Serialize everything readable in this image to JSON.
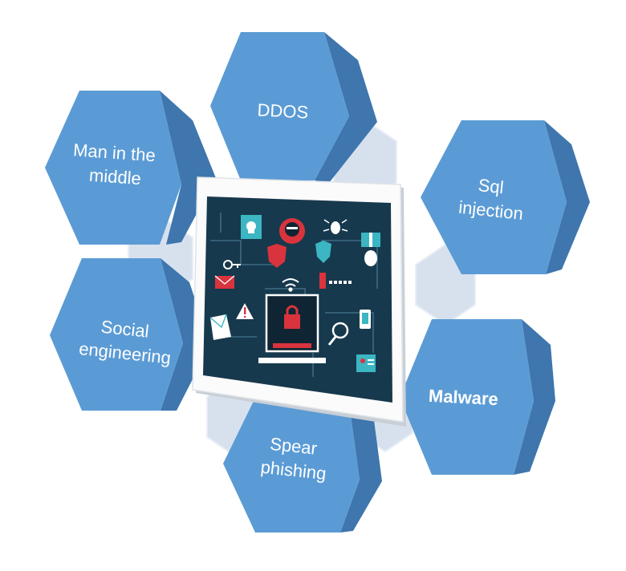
{
  "diagram": {
    "nodes": [
      {
        "id": "man-in-the-middle",
        "lines": [
          "Man in the",
          "middle"
        ],
        "bold": false
      },
      {
        "id": "ddos",
        "lines": [
          "DDOS"
        ],
        "bold": false
      },
      {
        "id": "sql-injection",
        "lines": [
          "Sql",
          "injection"
        ],
        "bold": false
      },
      {
        "id": "social-engineering",
        "lines": [
          "Social",
          "engineering"
        ],
        "bold": false
      },
      {
        "id": "malware",
        "lines": [
          "Malware"
        ],
        "bold": true
      },
      {
        "id": "spear-phishing",
        "lines": [
          "Spear",
          "phishing"
        ],
        "bold": false
      }
    ],
    "colors": {
      "face": "#5b9bd5",
      "side": "#3e76ad",
      "back": "#d7e1ee",
      "screen": "#17394d",
      "accent_red": "#d9343d",
      "accent_teal": "#3bb6c2"
    },
    "center_image_icons": [
      "skull-icon",
      "hacker-icon",
      "bug-icon",
      "shield-icon",
      "lock-icon",
      "warning-icon",
      "wifi-icon",
      "magnifier-icon",
      "gift-icon",
      "envelope-icon",
      "phone-icon",
      "key-icon",
      "id-card-icon"
    ]
  }
}
